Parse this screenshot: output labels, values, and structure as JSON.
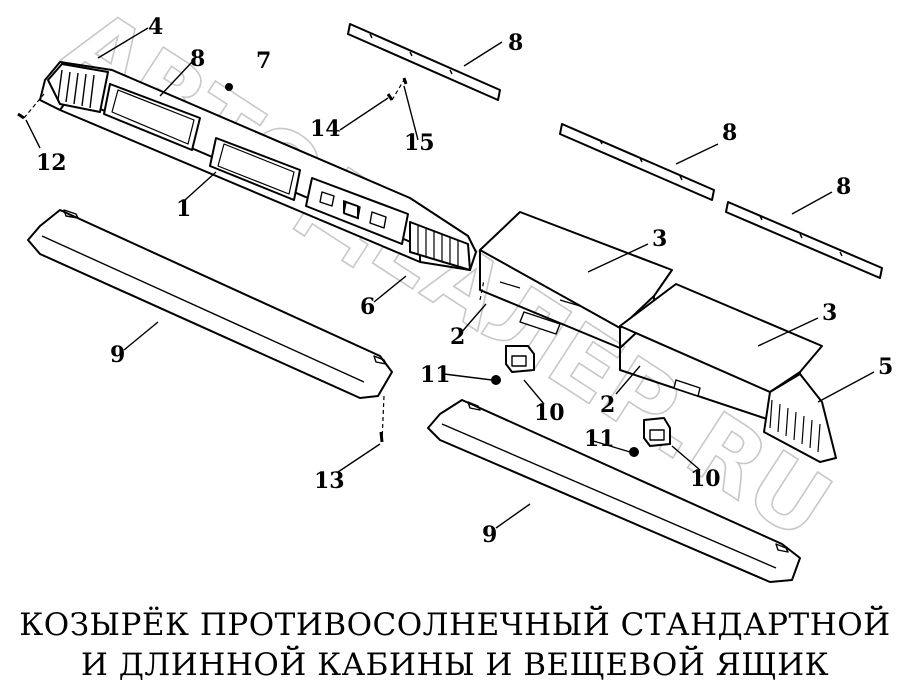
{
  "watermark": "АВТОДЕАЛЕР.RU",
  "caption": {
    "line1": "КОЗЫРЁК ПРОТИВОСОЛНЕЧНЫЙ  СТАНДАРТНОЙ",
    "line2": "И ДЛИННОЙ КАБИНЫ И ВЕЩЕВОЙ ЯЩИК"
  },
  "callouts": {
    "c1": "1",
    "c2a": "2",
    "c2b": "2",
    "c3a": "3",
    "c3b": "3",
    "c4": "4",
    "c5": "5",
    "c6": "6",
    "c7": "7",
    "c8a": "8",
    "c8b": "8",
    "c8c": "8",
    "c8d": "8",
    "c9a": "9",
    "c9b": "9",
    "c10a": "10",
    "c10b": "10",
    "c11a": "11",
    "c11b": "11",
    "c12": "12",
    "c13": "13",
    "c14": "14",
    "c15": "15"
  }
}
